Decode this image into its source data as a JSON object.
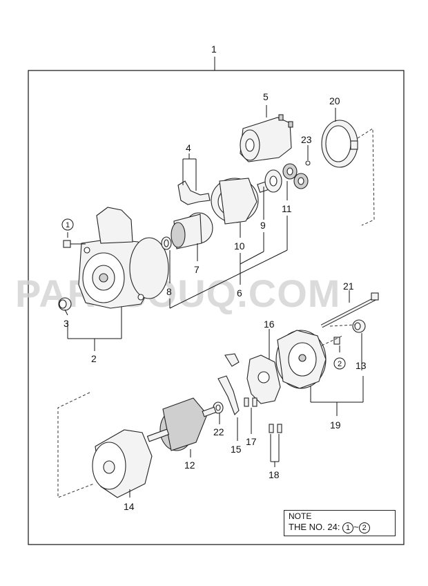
{
  "watermark": "PARTSOUQ.COM",
  "labels": {
    "n1": "1",
    "n2": "2",
    "n3": "3",
    "n4": "4",
    "n5": "5",
    "n6": "6",
    "n7": "7",
    "n8": "8",
    "n9": "9",
    "n10": "10",
    "n11": "11",
    "n12": "12",
    "n13": "13",
    "n14": "14",
    "n15": "15",
    "n16": "16",
    "n17": "17",
    "n18": "18",
    "n19": "19",
    "n20": "20",
    "n21": "21",
    "n22": "22",
    "n23": "23",
    "c1": "1",
    "c2": "2"
  },
  "note": {
    "title": "NOTE",
    "prefix": "THE NO.",
    "number": "24",
    "colon": ":",
    "from": "1",
    "tilde": "~",
    "to": "2"
  }
}
